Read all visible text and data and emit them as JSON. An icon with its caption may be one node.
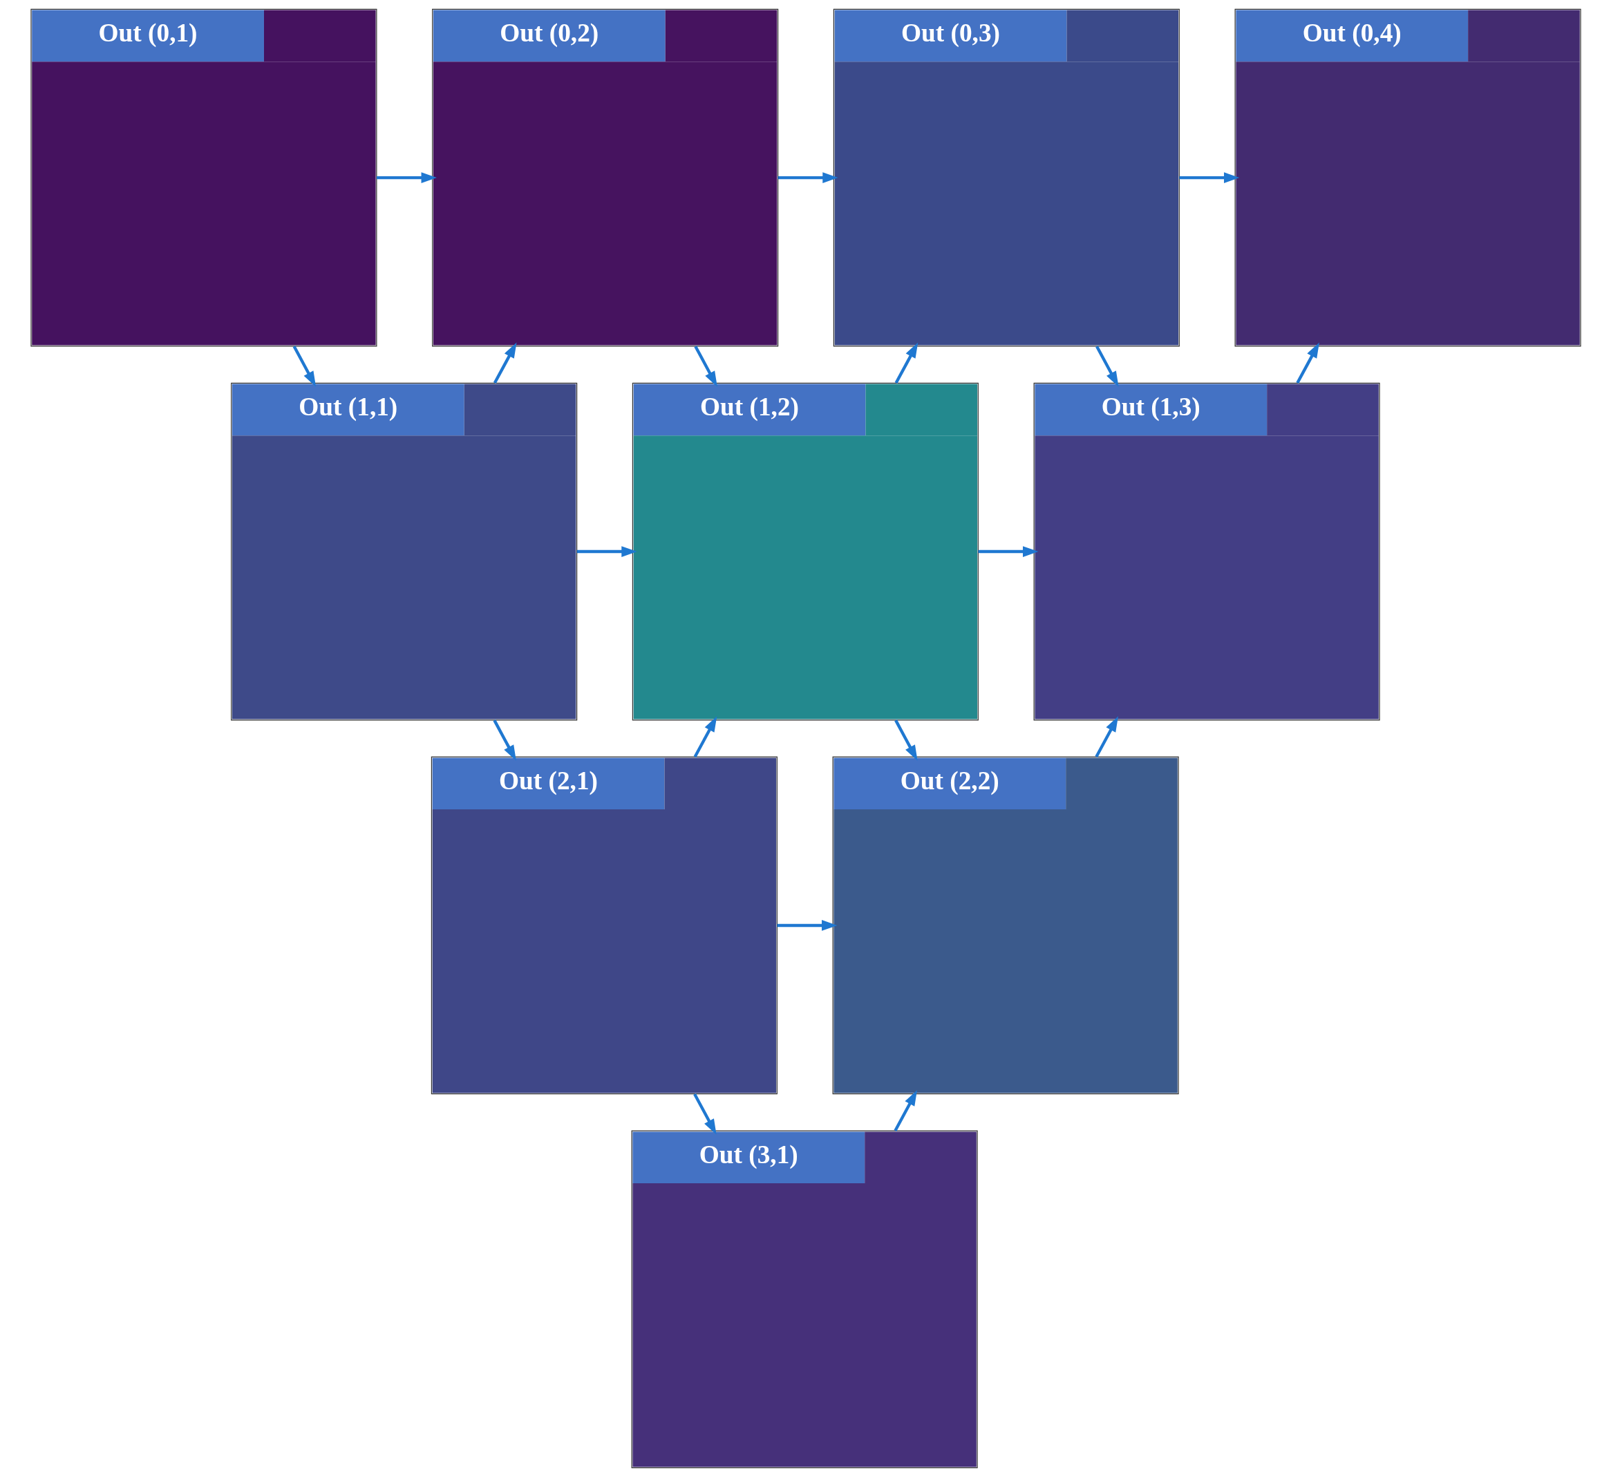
{
  "diagram": {
    "nodes": [
      {
        "text": [
          "Out (0,1)"
        ]
      },
      {
        "text": [
          "Out (0,2)"
        ]
      },
      {
        "text": [
          "Out (0,3)"
        ]
      },
      {
        "text": [
          "Out (0,4)"
        ]
      },
      {
        "text": [
          "Out (1,1)"
        ]
      },
      {
        "text": [
          "Out (1,2)"
        ]
      },
      {
        "text": [
          "Out (1,3)"
        ]
      },
      {
        "text": [
          "Out (2,1)"
        ]
      },
      {
        "text": [
          "Out (2,2)"
        ]
      },
      {
        "text": [
          "Out (3,1)"
        ]
      }
    ],
    "edges": [
      {
        "from": 0,
        "to": 1,
        "arrow": "to"
      },
      {
        "from": 1,
        "to": 2,
        "arrow": "to"
      },
      {
        "from": 2,
        "to": 3,
        "arrow": "to"
      },
      {
        "from": 0,
        "to": 4,
        "arrow": "to"
      },
      {
        "from": 4,
        "to": 1,
        "arrow": "to"
      },
      {
        "from": 1,
        "to": 5,
        "arrow": "to"
      },
      {
        "from": 5,
        "to": 2,
        "arrow": "to"
      },
      {
        "from": 2,
        "to": 6,
        "arrow": "to"
      },
      {
        "from": 6,
        "to": 3,
        "arrow": "to"
      },
      {
        "from": 4,
        "to": 5,
        "arrow": "to"
      },
      {
        "from": 5,
        "to": 6,
        "arrow": "to"
      },
      {
        "from": 4,
        "to": 7,
        "arrow": "to"
      },
      {
        "from": 7,
        "to": 5,
        "arrow": "to"
      },
      {
        "from": 5,
        "to": 8,
        "arrow": "to"
      },
      {
        "from": 8,
        "to": 6,
        "arrow": "to"
      },
      {
        "from": 7,
        "to": 8,
        "arrow": "to"
      },
      {
        "from": 7,
        "to": 9,
        "arrow": "to"
      },
      {
        "from": 9,
        "to": 8,
        "arrow": "to"
      }
    ]
  }
}
